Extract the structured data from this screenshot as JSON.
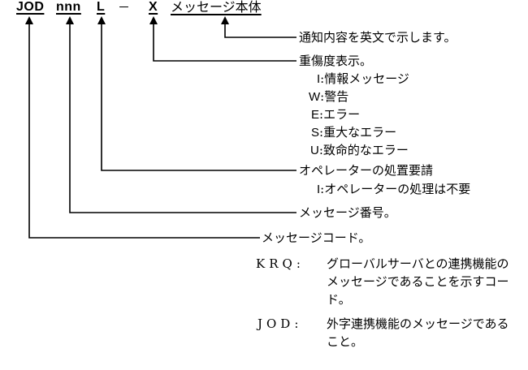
{
  "format": {
    "f1": "JOD",
    "f2": "nnn",
    "f3": "L",
    "sep": "－",
    "f4": "X",
    "f5": "メッセージ本体"
  },
  "desc": {
    "body": "通知内容を英文で示します。",
    "severity": {
      "title": "重傷度表示。",
      "items": [
        {
          "code": "I",
          "text": "情報メッセージ"
        },
        {
          "code": "W",
          "text": "警告"
        },
        {
          "code": "E",
          "text": "エラー"
        },
        {
          "code": "S",
          "text": "重大なエラー"
        },
        {
          "code": "U",
          "text": "致命的なエラー"
        }
      ]
    },
    "operator": {
      "title": "オペレーターの処置要請",
      "items": [
        {
          "code": "I",
          "text": "オペレーターの処理は不要"
        }
      ]
    },
    "number": "メッセージ番号。",
    "code": {
      "title": "メッセージコード。",
      "items": [
        {
          "code": "KRQ",
          "lines": [
            "グローバルサーバとの連携機能の",
            "メッセージであることを示すコー",
            "ド。"
          ]
        },
        {
          "code": "JOD",
          "lines": [
            "外字連携機能のメッセージである",
            "こと。"
          ]
        }
      ]
    }
  }
}
